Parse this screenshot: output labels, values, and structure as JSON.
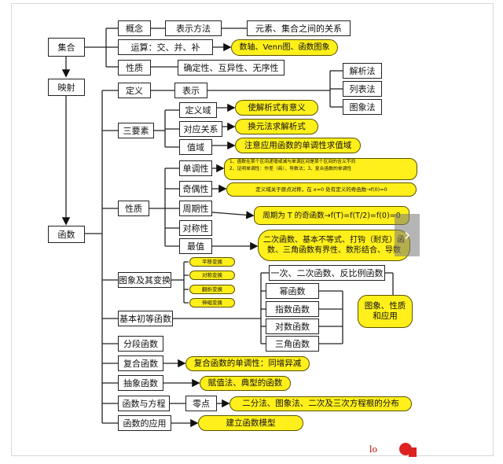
{
  "nodes": {
    "jihe": "集合",
    "yingshe": "映射",
    "hanshu": "函数",
    "gainian": "概念",
    "biaoshi_fangfa": "表示方法",
    "yuansu_guanxi": "元素、集合之间的关系",
    "yunsuan": "运算：交、并、补",
    "shuzhou": "数轴、Venn图、函数图象",
    "xingzhi_set": "性质",
    "queding": "确定性、互异性、无序性",
    "dingyi": "定义",
    "biaoshi": "表示",
    "jiexifa": "解析法",
    "liebiaofa": "列表法",
    "tuxiangfa": "图象法",
    "sanyaosu": "三要素",
    "dingyiyu": "定义域",
    "dingyiyu_note": "使解析式有意义",
    "duiying": "对应关系",
    "duiying_note": "换元法求解析式",
    "zhiyu": "值域",
    "zhiyu_note": "注意应用函数的单调性求值域",
    "xingzhi_fn": "性质",
    "dandiao": "单调性",
    "dandiao_note_1": "1、函数在某个区间递增或减与单调区间是某个区间的含义不同",
    "dandiao_note_2": "2、证明单调性：作差（商）、导数法；3、复合函数的单调性",
    "jiou": "奇偶性",
    "jiou_note": "定义域关于原点对称，在 x=0 处有定义的奇函数→f(0)=0",
    "zhouqi": "周期性",
    "zhouqi_note": "周期为 T 的奇函数→f(T)=f(T/2)=f(0)=0",
    "duichen": "对称性",
    "zuizhi": "最值",
    "zuizhi_note": "二次函数、基本不等式、打钩（耐克）函数、三角函数有界性、数形结合、导数",
    "tuxiang_bianhuan": "图象及其变换",
    "pingyi": "平移变换",
    "duichen_bh": "对称变换",
    "fanzhe": "翻折变换",
    "shensuo": "伸缩变换",
    "jiben_chudeng": "基本初等函数",
    "yici": "一次、二次函数、反比例函数",
    "mi": "幂函数",
    "zhishu": "指数函数",
    "duishu": "对数函数",
    "sanjiao": "三角函数",
    "tuxiang_xingzhi": "图象、性质和应用",
    "fenduan": "分段函数",
    "fuhe": "复合函数",
    "fuhe_note": "复合函数的单调性：同增异减",
    "chouxiang": "抽象函数",
    "chouxiang_note": "赋值法、典型的函数",
    "fangcheng": "函数与方程",
    "lingdian": "零点",
    "lingdian_note": "二分法、图象法、二次及三次方程根的分布",
    "yingyong": "函数的应用",
    "yingyong_note": "建立函数模型"
  },
  "overlay": {
    "nav_arrow": "›",
    "watermark": "lo"
  }
}
